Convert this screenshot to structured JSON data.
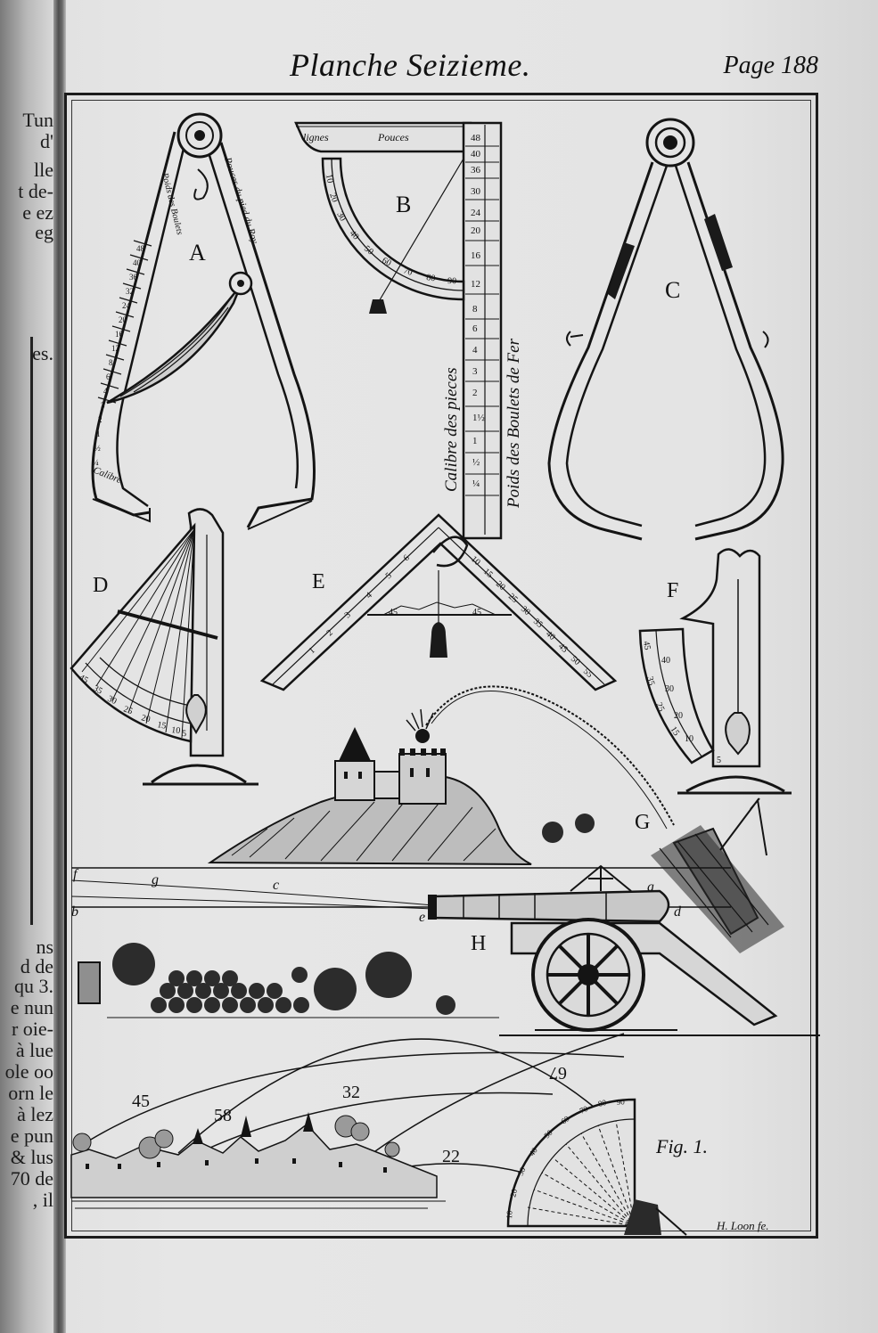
{
  "header": {
    "title": "Planche Seizieme.",
    "page_number": "Page 188"
  },
  "left_margin_text": [
    "Tun",
    "d'",
    "lle",
    "t de-",
    "e ez",
    "eg",
    "es.",
    "ns",
    "d de",
    "qu 3.",
    "e nun",
    "r oie-",
    "à lue",
    "ole oo",
    "orn le",
    "à lez",
    "e pun",
    "& lus",
    "70 de",
    ", il"
  ],
  "figures": {
    "A": {
      "letter": "A",
      "inscriptions": [
        "Poids des Boulets",
        "Pouces du pied du Roy",
        "Calibre"
      ],
      "scale": [
        "48",
        "40",
        "36",
        "32",
        "24",
        "20",
        "16",
        "12",
        "8",
        "6",
        "4",
        "3",
        "2",
        "1",
        "½",
        "¼"
      ]
    },
    "B": {
      "letter": "B",
      "headers": [
        "lignes",
        "Pouces"
      ],
      "arc_scale": [
        "10",
        "20",
        "30",
        "40",
        "50",
        "60",
        "70",
        "80",
        "90"
      ],
      "rule_scale": [
        "48",
        "40",
        "36",
        "30",
        "24",
        "20",
        "16",
        "12",
        "8",
        "6",
        "4",
        "3",
        "2",
        "1½",
        "1",
        "½",
        "¼"
      ],
      "inscriptions": [
        "Calibre des pieces",
        "Poids des Boulets de Fer"
      ]
    },
    "C": {
      "letter": "C"
    },
    "D": {
      "letter": "D",
      "arc_scale": [
        "45",
        "35",
        "30",
        "25",
        "20",
        "15",
        "10",
        "5"
      ]
    },
    "E": {
      "letter": "E",
      "left_scale": [
        "1",
        "2",
        "3",
        "4",
        "5",
        "6"
      ],
      "right_scale": [
        "10",
        "15",
        "20",
        "25",
        "30",
        "35",
        "40",
        "45",
        "50",
        "55"
      ],
      "arc_labels": [
        "45",
        "45"
      ]
    },
    "F": {
      "letter": "F",
      "arc_scale": [
        "45",
        "40",
        "35",
        "30",
        "25",
        "20",
        "15",
        "10",
        "5"
      ]
    },
    "G": {
      "letter": "G"
    },
    "H": {
      "letter": "H",
      "point_labels": [
        "f",
        "g",
        "c",
        "b",
        "e",
        "a",
        "d"
      ]
    },
    "fig1": {
      "caption": "Fig. 1.",
      "trajectory_labels": [
        "45",
        "58",
        "32",
        "67",
        "22"
      ],
      "quadrant_scale": [
        "10",
        "20",
        "30",
        "40",
        "50",
        "60",
        "70",
        "80",
        "90"
      ]
    }
  },
  "signature": "H. Loon fe."
}
